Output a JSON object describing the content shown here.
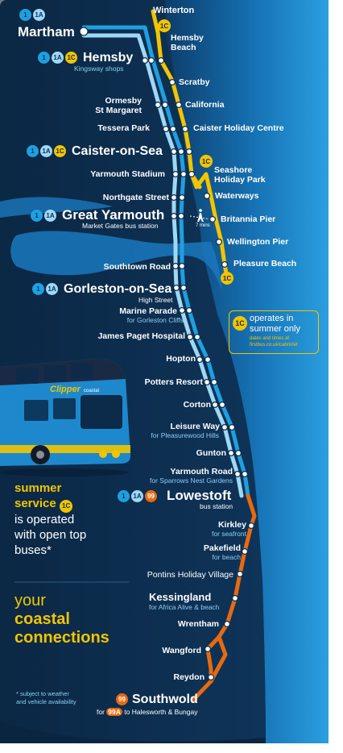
{
  "colors": {
    "navy": "#0c2b4a",
    "sea": "#1e88cc",
    "route_1": "#1ea0e0",
    "route_1a": "#9fd8f4",
    "route_1c": "#f2c500",
    "route_99": "#e86a10",
    "accent_text": "#f2c500",
    "light_text": "#8ccff2"
  },
  "badges": {
    "r1": "1",
    "r1a": "1A",
    "r1c": "1C",
    "r99": "99"
  },
  "stops": {
    "winterton": "Winterton",
    "martham": "Martham",
    "hemsby_beach": "Hemsby\nBeach",
    "hemsby": "Hemsby",
    "hemsby_sub": "Kingsway shops",
    "scratby": "Scratby",
    "ormesby": "Ormesby\nSt Margaret",
    "california": "California",
    "tessera_park": "Tessera Park",
    "caister_holiday_centre": "Caister Holiday Centre",
    "caister": "Caister-on-Sea",
    "yarmouth_stadium": "Yarmouth Stadium",
    "seashore": "Seashore\nHoliday Park",
    "northgate": "Northgate Street",
    "waterways": "Waterways",
    "great_yarmouth": "Great Yarmouth",
    "great_yarmouth_sub": "Market Gates bus station",
    "britannia_pier": "Britannia Pier",
    "walk_mins": "7 mins",
    "wellington_pier": "Wellington Pier",
    "southtown": "Southtown Road",
    "pleasure_beach": "Pleasure Beach",
    "gorleston": "Gorleston-on-Sea",
    "gorleston_sub": "High Street",
    "marine_parade": "Marine Parade",
    "marine_parade_sub": "for Gorleston Cliffs",
    "james_paget": "James Paget Hospital",
    "hopton": "Hopton",
    "potters": "Potters Resort",
    "corton": "Corton",
    "leisure_way": "Leisure Way",
    "leisure_way_sub": "for Pleasurewood Hills",
    "gunton": "Gunton",
    "yarmouth_road": "Yarmouth Road",
    "yarmouth_road_sub": "for Sparrows Nest Gardens",
    "lowestoft": "Lowestoft",
    "lowestoft_sub": "bus station",
    "kirkley": "Kirkley",
    "kirkley_sub": "for seafront",
    "pakefield": "Pakefield",
    "pakefield_sub": "for beach",
    "pontins": "Pontins Holiday Village",
    "kessingland": "Kessingland",
    "kessingland_sub": "for Africa Alive & beach",
    "wrentham": "Wrentham",
    "wangford": "Wangford",
    "reydon": "Reydon",
    "southwold": "Southwold",
    "southwold_sub_pre": "for",
    "southwold_sub_badge": "99A",
    "southwold_sub_post": "to Halesworth & Bungay"
  },
  "note_1c": {
    "line1": "operates in",
    "line2": "summer only",
    "small1": "dates and times at",
    "small2": "firstbus.co.uk/cabriolet"
  },
  "promo": {
    "line1": "summer",
    "line2": "service",
    "line3": "is operated",
    "line4": "with open top",
    "line5": "buses*"
  },
  "tagline": {
    "line1": "your",
    "line2": "coastal",
    "line3": "connections"
  },
  "footnote": {
    "line1": "* subject to weather",
    "line2": "and vehicle availability"
  },
  "bus": {
    "brand": "Clipper",
    "brand_sub": "coastal"
  }
}
